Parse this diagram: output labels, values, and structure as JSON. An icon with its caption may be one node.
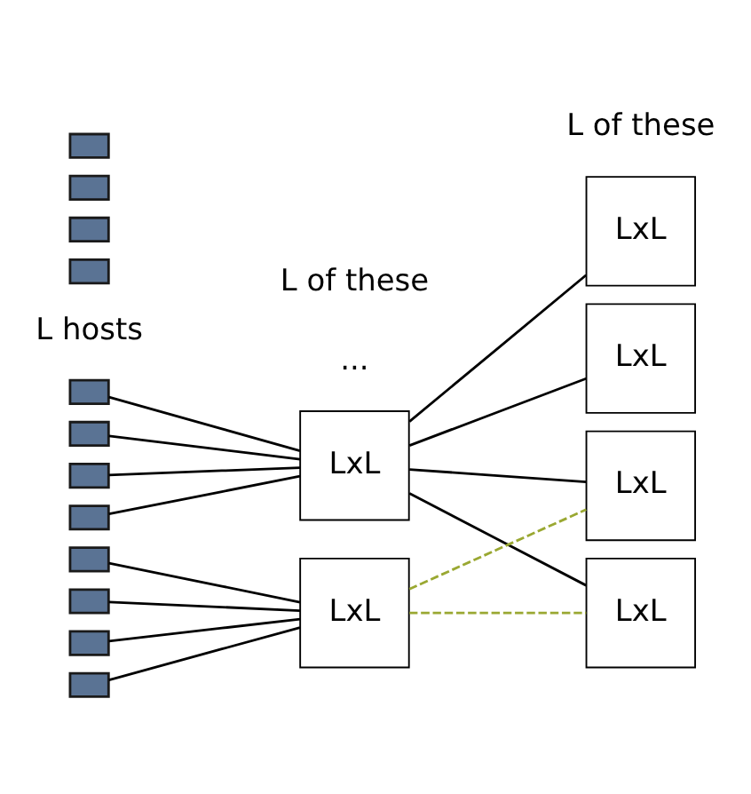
{
  "diagram": {
    "nodes": [
      {
        "text": [
          "LxL"
        ]
      },
      {
        "text": [
          "LxL"
        ]
      },
      {
        "text": [
          "LxL"
        ]
      },
      {
        "text": [
          "LxL"
        ]
      },
      {
        "text": [
          "LxL"
        ]
      },
      {
        "text": [
          "LxL"
        ]
      },
      {
        "text": [],
        "shape": "box"
      },
      {
        "text": [],
        "shape": "box"
      },
      {
        "text": [],
        "shape": "box"
      },
      {
        "text": [],
        "shape": "box"
      },
      {
        "text": [],
        "shape": "box"
      },
      {
        "text": [],
        "shape": "box"
      },
      {
        "text": [],
        "shape": "box"
      },
      {
        "text": [],
        "shape": "box"
      },
      {
        "text": [],
        "shape": "box"
      },
      {
        "text": [],
        "shape": "box"
      },
      {
        "text": [],
        "shape": "box"
      },
      {
        "text": [],
        "shape": "box"
      }
    ],
    "edges": [
      {
        "from": 6,
        "to": 0,
        "arrow": "none"
      },
      {
        "from": 7,
        "to": 0,
        "arrow": "none"
      },
      {
        "from": 8,
        "to": 0,
        "arrow": "none"
      },
      {
        "from": 9,
        "to": 0,
        "arrow": "none"
      },
      {
        "from": 10,
        "to": 1,
        "arrow": "none"
      },
      {
        "from": 11,
        "to": 1,
        "arrow": "none"
      },
      {
        "from": 12,
        "to": 1,
        "arrow": "none"
      },
      {
        "from": 13,
        "to": 1,
        "arrow": "none"
      },
      {
        "from": 0,
        "to": 2,
        "arrow": "none"
      },
      {
        "from": 0,
        "to": 3,
        "arrow": "none"
      },
      {
        "from": 0,
        "to": 4,
        "arrow": "none"
      },
      {
        "from": 0,
        "to": 5,
        "arrow": "none"
      },
      {
        "from": 1,
        "to": 2,
        "arrow": "none",
        "style": "dashed",
        "color": "#9aa832"
      },
      {
        "from": 1,
        "to": 3,
        "arrow": "none",
        "style": "dashed",
        "color": "#9aa832"
      }
    ],
    "labels": [
      "L hosts",
      "...",
      "L of these",
      "L of these"
    ]
  }
}
